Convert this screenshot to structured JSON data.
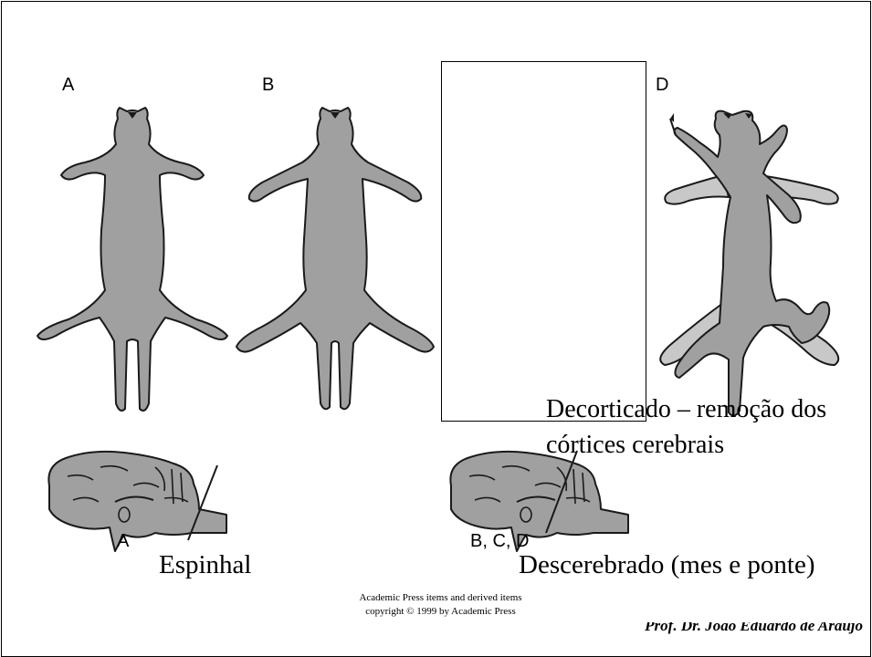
{
  "panels": {
    "a": "A",
    "b": "B",
    "d": "D"
  },
  "brain_labels": {
    "a": "A",
    "bcd": "B, C, D"
  },
  "captions": {
    "decorticado_line1": "Decorticado – remoção dos",
    "decorticado_line2": "córtices cerebrais",
    "espinhal": "Espinhal",
    "descerebrado": "Descerebrado (mes e ponte)"
  },
  "credit": {
    "line1": "Academic Press items and derived items",
    "line2": "copyright © 1999 by Academic Press"
  },
  "author": "Prof. Dr. João Eduardo de Araújo",
  "colors": {
    "body_fill": "#a0a0a0",
    "outline": "#1a1a1a",
    "light_limb": "#c8c8c8",
    "background": "#ffffff"
  }
}
